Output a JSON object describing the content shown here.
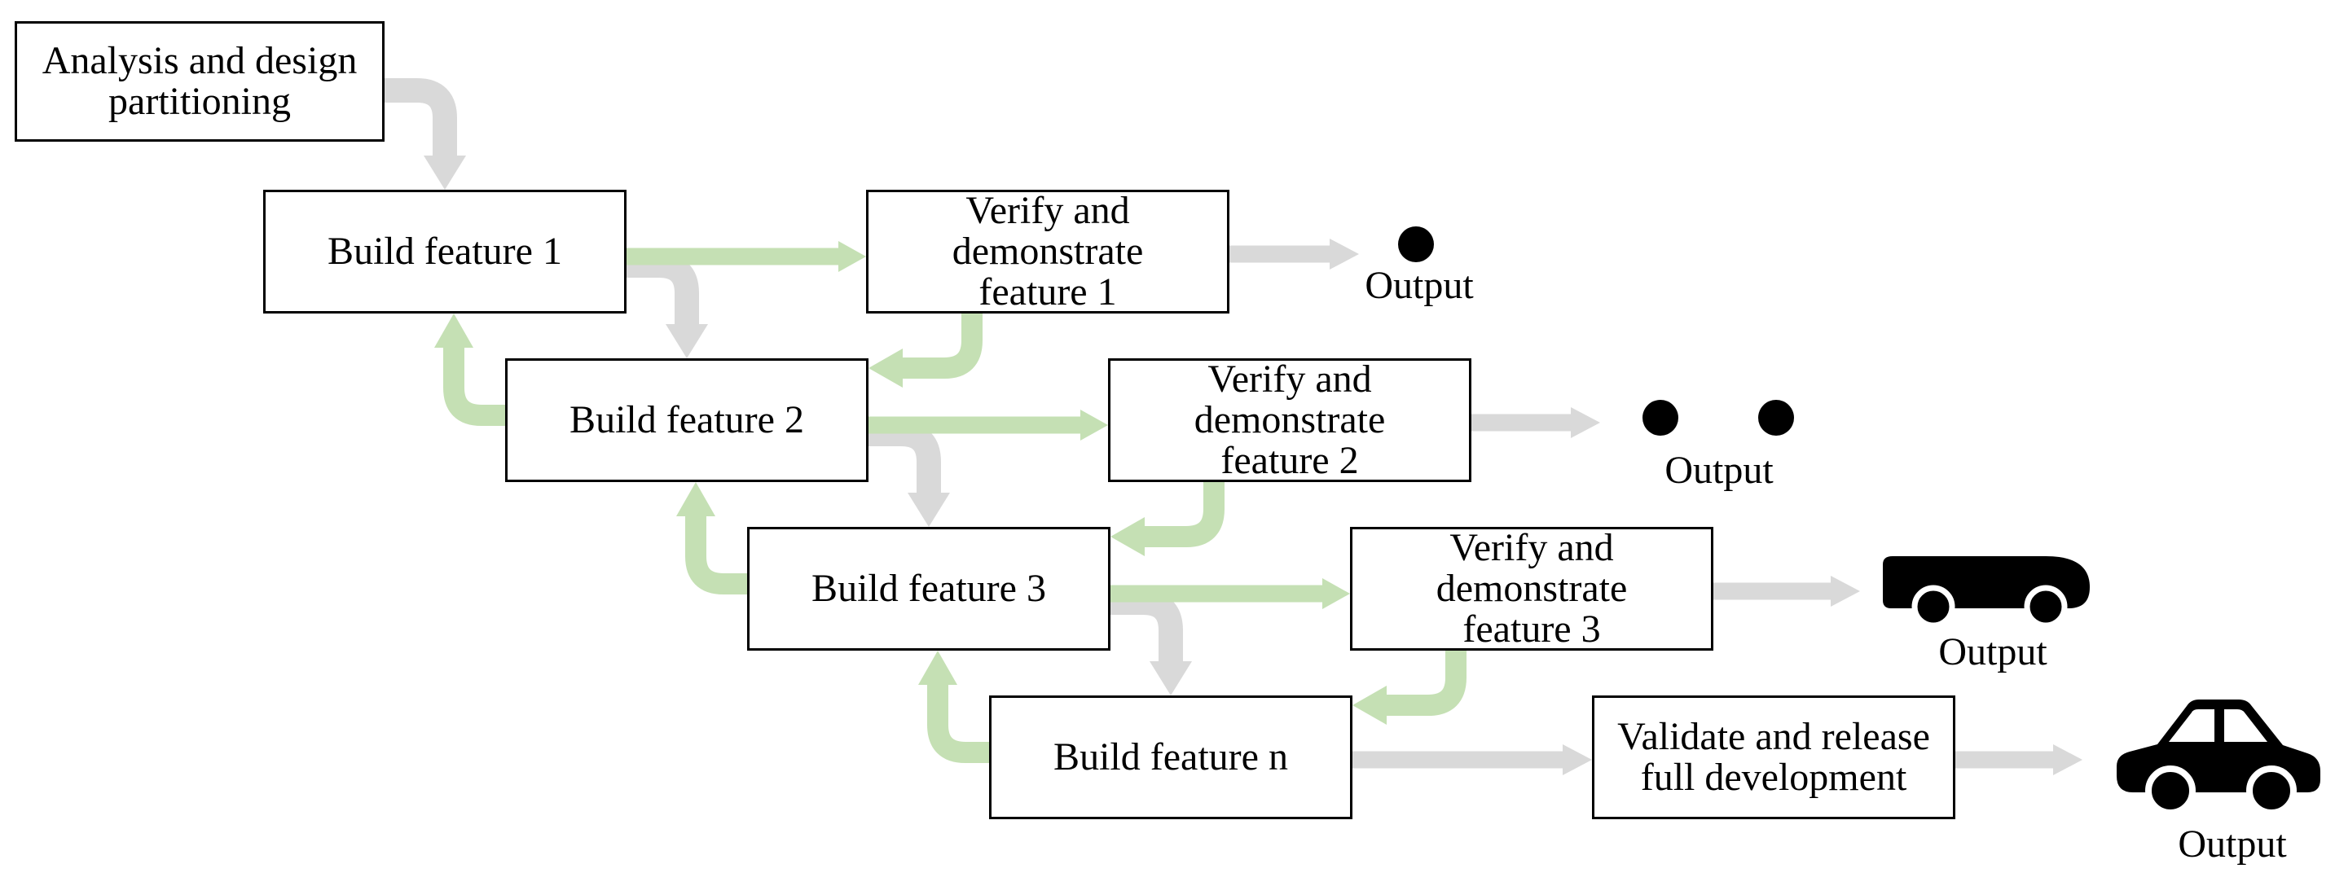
{
  "diagram": {
    "title_hint": "Incremental build and verify process flowchart",
    "boxes": [
      {
        "id": "analysis",
        "lines": [
          "Analysis and design",
          "partitioning"
        ]
      },
      {
        "id": "build1",
        "lines": [
          "Build feature 1"
        ]
      },
      {
        "id": "verify1",
        "lines": [
          "Verify and",
          "demonstrate",
          "feature 1"
        ]
      },
      {
        "id": "build2",
        "lines": [
          "Build feature 2"
        ]
      },
      {
        "id": "verify2",
        "lines": [
          "Verify and",
          "demonstrate",
          "feature 2"
        ]
      },
      {
        "id": "build3",
        "lines": [
          "Build feature 3"
        ]
      },
      {
        "id": "verify3",
        "lines": [
          "Verify and",
          "demonstrate",
          "feature 3"
        ]
      },
      {
        "id": "buildn",
        "lines": [
          "Build feature n"
        ]
      },
      {
        "id": "validate",
        "lines": [
          "Validate and release",
          "full development"
        ]
      }
    ],
    "outputs": [
      {
        "id": "output1",
        "label": "Output",
        "icon": "single-dot"
      },
      {
        "id": "output2",
        "label": "Output",
        "icon": "double-dot"
      },
      {
        "id": "output3",
        "label": "Output",
        "icon": "vehicle-chassis"
      },
      {
        "id": "output4",
        "label": "Output",
        "icon": "car"
      }
    ],
    "colors": {
      "forward_arrow_green": "#c5e0b4",
      "flow_arrow_gray": "#d9d9d9",
      "box_border": "#000000",
      "box_fill": "#ffffff",
      "text": "#000000",
      "canvas": "#ffffff"
    }
  }
}
